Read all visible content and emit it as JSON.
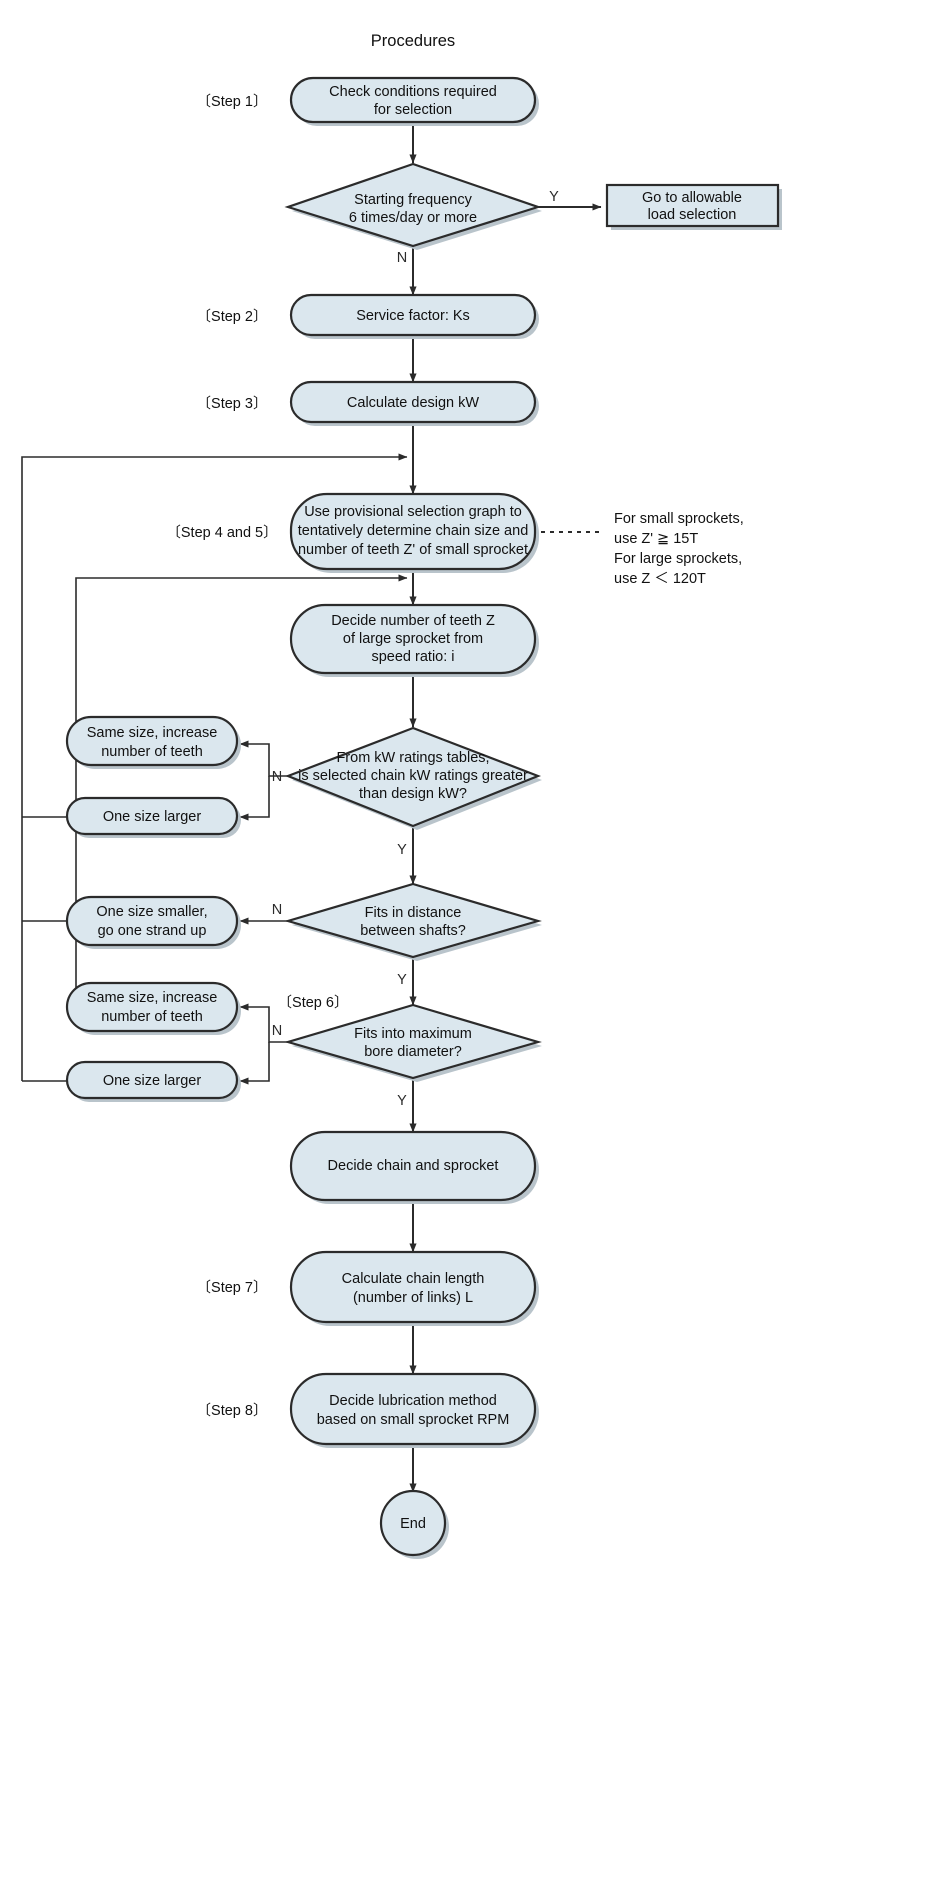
{
  "title": "Procedures",
  "steps": {
    "s1": "〔Step 1〕",
    "s2": "〔Step 2〕",
    "s3": "〔Step 3〕",
    "s45": "〔Step 4 and 5〕",
    "s6": "〔Step 6〕",
    "s7": "〔Step 7〕",
    "s8": "〔Step 8〕"
  },
  "nodes": {
    "check_conditions": {
      "line1": "Check conditions required",
      "line2": "for selection"
    },
    "starting_frequency": {
      "line1": "Starting frequency",
      "line2": "6 times/day or more"
    },
    "go_allowable": {
      "line1": "Go to allowable",
      "line2": "load selection"
    },
    "service_factor": {
      "line1": "Service factor: Ks"
    },
    "design_kw": {
      "line1": "Calculate design kW"
    },
    "provisional": {
      "line1": "Use provisional selection graph to",
      "line2": "tentatively determine chain size and",
      "line3": "number of teeth Z' of small sprocket"
    },
    "decide_teeth": {
      "line1": "Decide number of teeth Z",
      "line2": "of large sprocket from",
      "line3": "speed ratio: i"
    },
    "kw_ratings": {
      "line1": "From kW ratings tables,",
      "line2": "is selected chain kW ratings greater",
      "line3": "than design kW?"
    },
    "same_size_1": {
      "line1": "Same size, increase",
      "line2": "number of teeth"
    },
    "one_larger_1": {
      "line1": "One size larger"
    },
    "fits_distance": {
      "line1": "Fits in distance",
      "line2": "between shafts?"
    },
    "one_smaller": {
      "line1": "One size smaller,",
      "line2": "go one strand up"
    },
    "same_size_2": {
      "line1": "Same size, increase",
      "line2": "number of teeth"
    },
    "one_larger_2": {
      "line1": "One size larger"
    },
    "fits_bore": {
      "line1": "Fits into maximum",
      "line2": "bore diameter?"
    },
    "decide_chain": {
      "line1": "Decide chain and sprocket"
    },
    "chain_length": {
      "line1": "Calculate chain length",
      "line2": "(number of links) L"
    },
    "lubrication": {
      "line1": "Decide lubrication method",
      "line2": "based on small sprocket RPM"
    },
    "end": {
      "line1": "End"
    }
  },
  "branches": {
    "freq_yes": "Y",
    "freq_no": "N",
    "kw_no": "N",
    "kw_yes": "Y",
    "dist_no": "N",
    "dist_yes": "Y",
    "bore_no": "N",
    "bore_yes": "Y"
  },
  "note": {
    "line1": "For small sprockets,",
    "line2": "use Z' ≧ 15T",
    "line3": "For large sprockets,",
    "line4": "use Z ＜ 120T"
  },
  "colors": {
    "node_fill": "#dbe7ee",
    "node_stroke": "#2b2b2b",
    "text": "#111111",
    "background": "#ffffff"
  }
}
